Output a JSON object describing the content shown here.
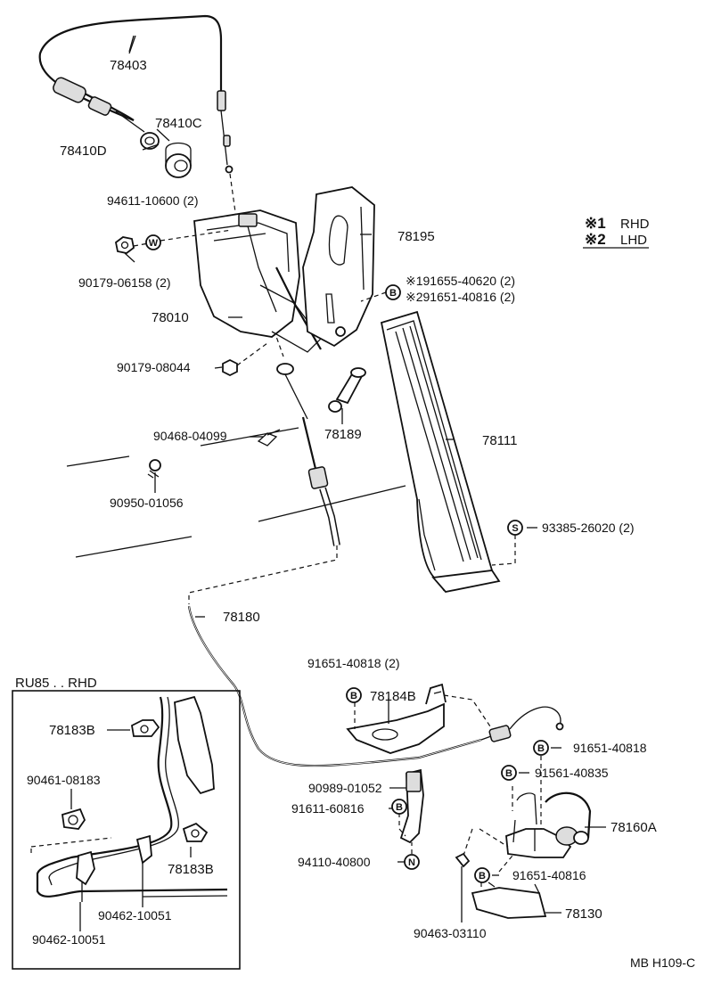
{
  "legend": {
    "rhd_mark": "※1",
    "rhd_label": "RHD",
    "lhd_mark": "※2",
    "lhd_label": "LHD"
  },
  "inset": {
    "title": "RU85 . . RHD",
    "parts": {
      "p78183b_top": "78183B",
      "p90461": "90461-08183",
      "p78183b_bottom": "78183B",
      "p90462_a": "90462-10051",
      "p90462_b": "90462-10051"
    }
  },
  "symbols": {
    "w": "W",
    "b": "B",
    "s": "S",
    "n": "N"
  },
  "parts": {
    "p78403": "78403",
    "p78410c": "78410C",
    "p78410d": "78410D",
    "p94611": "94611-10600 (2)",
    "p90179_06158": "90179-06158 (2)",
    "p78195": "78195",
    "p91655_a": "※191655-40620 (2)",
    "p91651_a": "※291651-40816 (2)",
    "p78010": "78010",
    "p90179_08044": "90179-08044",
    "p90468": "90468-04099",
    "p78189": "78189",
    "p78111": "78111",
    "p90950": "90950-01056",
    "p93385": "93385-26020 (2)",
    "p78180": "78180",
    "p91651_40818_2": "91651-40818 (2)",
    "p78184b": "78184B",
    "p91651_40818": "91651-40818",
    "p91561": "91561-40835",
    "p90989": "90989-01052",
    "p91611": "91611-60816",
    "p78160a": "78160A",
    "p94110": "94110-40800",
    "p91651_40816": "91651-40816",
    "p78130": "78130",
    "p90463": "90463-03110"
  },
  "figure_code": "MB H109-C"
}
